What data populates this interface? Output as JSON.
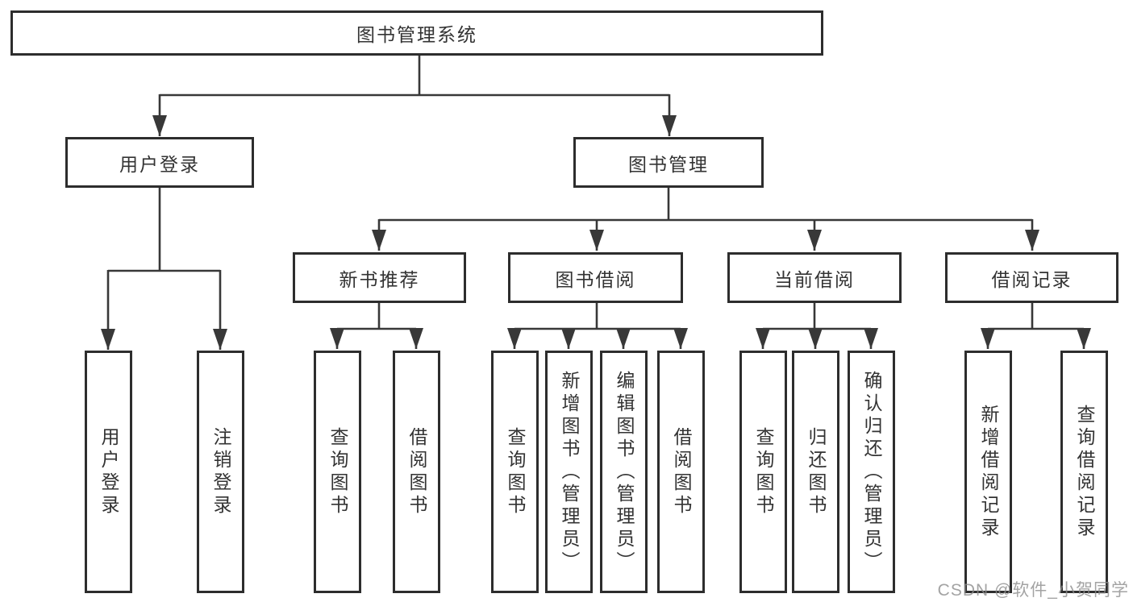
{
  "diagram_type": "hierarchy-tree",
  "colors": {
    "background": "#ffffff",
    "line": "#383838",
    "box_border": "#2d2d2d",
    "text": "#333333",
    "watermark": "#8c8c8c"
  },
  "tree": {
    "label": "图书管理系统",
    "children": [
      {
        "label": "用户登录",
        "children": [
          {
            "label": "用户登录"
          },
          {
            "label": "注销登录"
          }
        ]
      },
      {
        "label": "图书管理",
        "children": [
          {
            "label": "新书推荐",
            "children": [
              {
                "label": "查询图书"
              },
              {
                "label": "借阅图书"
              }
            ]
          },
          {
            "label": "图书借阅",
            "children": [
              {
                "label": "查询图书"
              },
              {
                "label": "新增图书（管理员）"
              },
              {
                "label": "编辑图书（管理员）"
              },
              {
                "label": "借阅图书"
              }
            ]
          },
          {
            "label": "当前借阅",
            "children": [
              {
                "label": "查询图书"
              },
              {
                "label": "归还图书"
              },
              {
                "label": "确认归还（管理员）"
              }
            ]
          },
          {
            "label": "借阅记录",
            "children": [
              {
                "label": "新增借阅记录"
              },
              {
                "label": "查询借阅记录"
              }
            ]
          }
        ]
      }
    ]
  },
  "watermark": {
    "text": "CSDN @软件_小贺同学"
  }
}
